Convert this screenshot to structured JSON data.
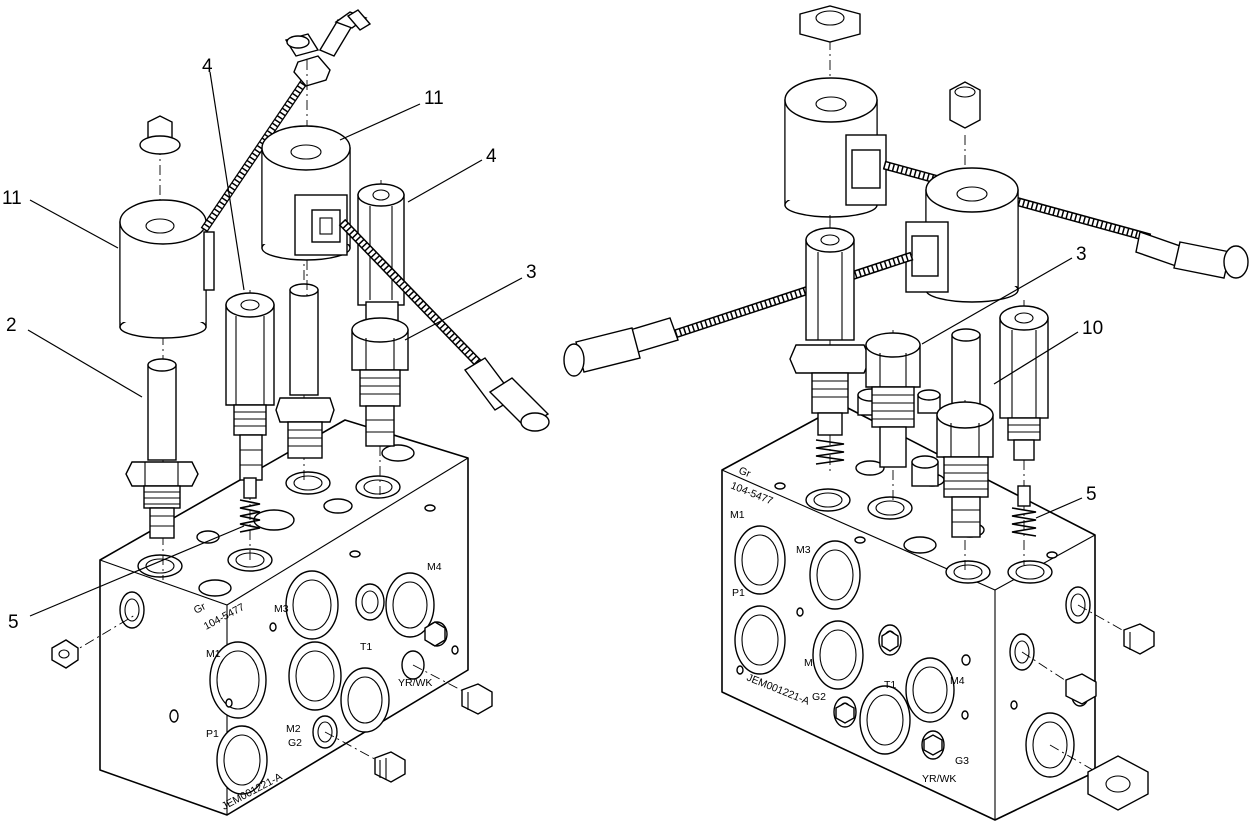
{
  "left_assembly": {
    "callouts": {
      "c2": "2",
      "c3": "3",
      "c4a": "4",
      "c4b": "4",
      "c5": "5",
      "c11a": "11",
      "c11b": "11"
    },
    "stamps": {
      "gr": "Gr",
      "part": "104-5477",
      "m1": "M1",
      "m2": "M2",
      "m3": "M3",
      "m4": "M4",
      "p1": "P1",
      "t1": "T1",
      "g2": "G2",
      "yrwk": "YR/WK",
      "code": "JEM001221-A"
    }
  },
  "right_assembly": {
    "callouts": {
      "c3": "3",
      "c5": "5",
      "c10": "10"
    },
    "stamps": {
      "gr": "Gr",
      "part": "104-5477",
      "m1": "M1",
      "m3": "M3",
      "m4": "M4",
      "m": "M",
      "p1": "P1",
      "t1": "T1",
      "g2": "G2",
      "g3": "G3",
      "yrwk": "YR/WK",
      "code": "JEM001221-A"
    }
  }
}
